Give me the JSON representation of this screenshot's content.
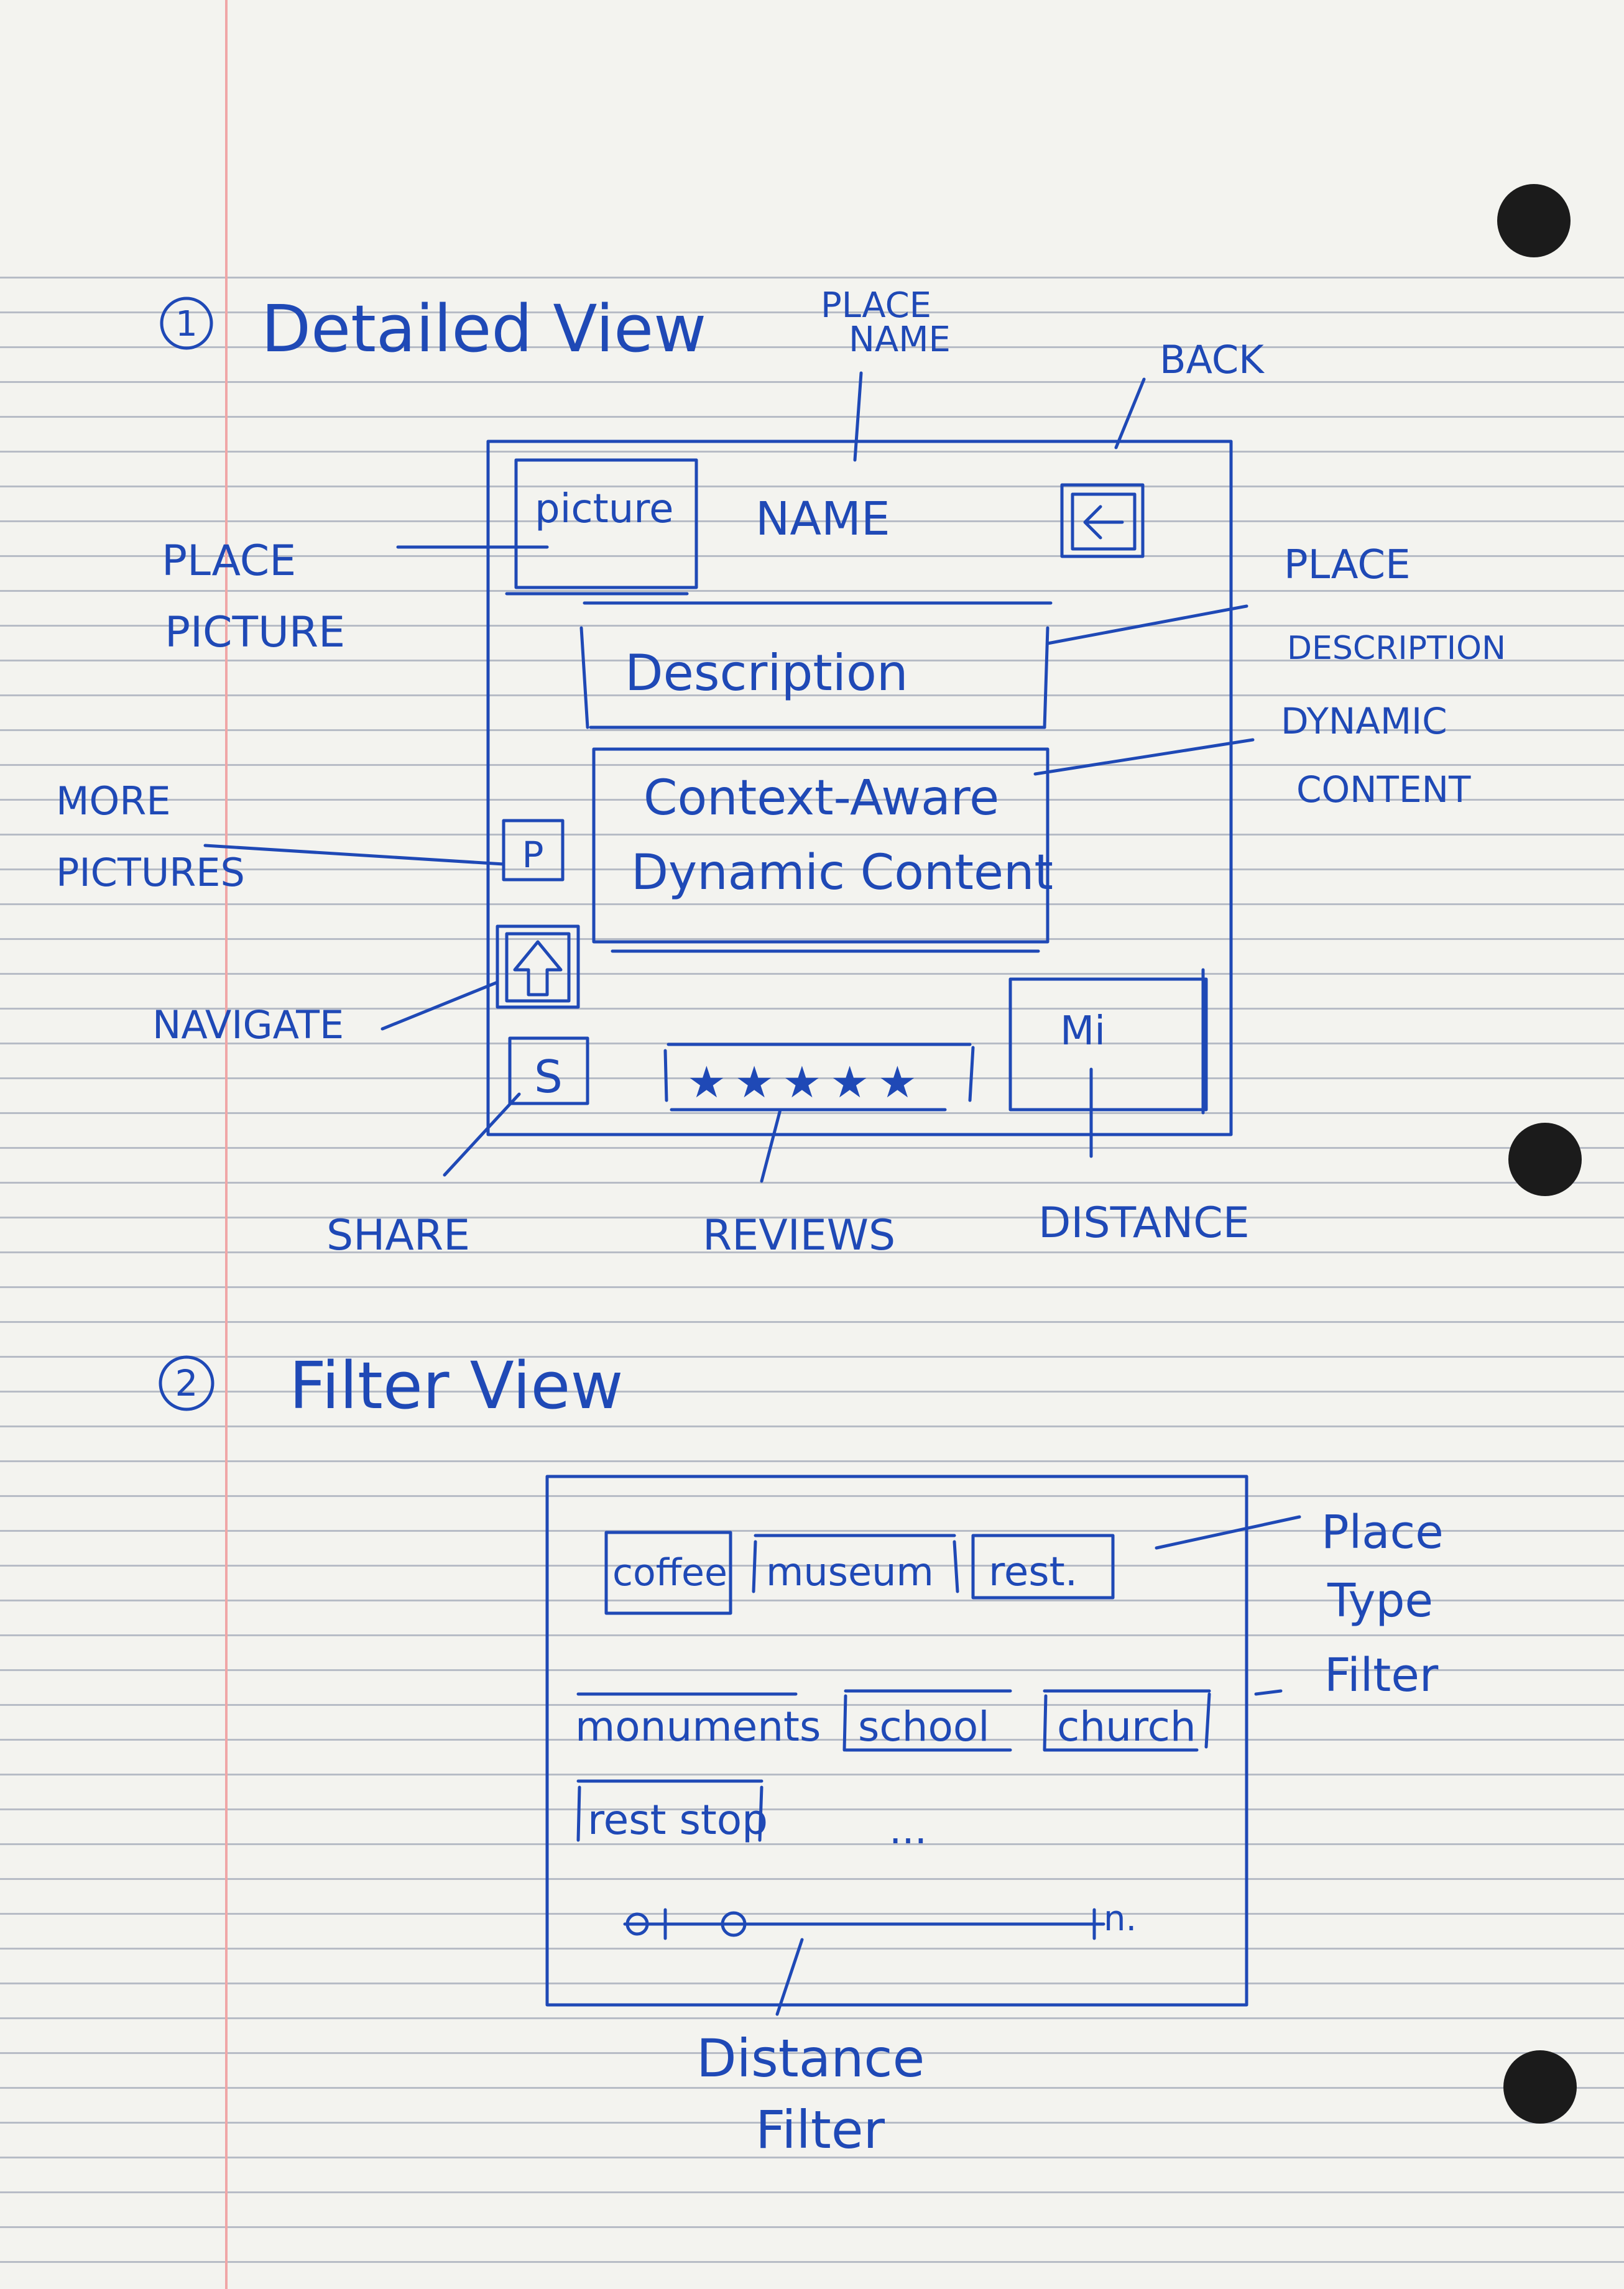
{
  "paper": {
    "ink_color": "#1f49b6",
    "rule_color": "#b7bcc6",
    "margin_color": "#f0a6a6",
    "background": "#f3f3ef"
  },
  "section1": {
    "number": "1",
    "title": "Detailed View",
    "wireframe": {
      "picture": "picture",
      "name": "NAME",
      "back_icon": "left-arrow-icon",
      "description": "Description",
      "dynamic_line1": "Context-Aware",
      "dynamic_line2": "Dynamic Content",
      "more_pictures": "P",
      "navigate_icon": "up-arrow-icon",
      "share": "S",
      "reviews": "★★★★★",
      "distance": "Mi"
    },
    "callouts": {
      "place_name_1": "PLACE",
      "place_name_2": "NAME",
      "back": "BACK",
      "place_picture_1": "PLACE",
      "place_picture_2": "PICTURE",
      "place_description_1": "PLACE",
      "place_description_2": "DESCRIPTION",
      "dynamic_content_1": "DYNAMIC",
      "dynamic_content_2": "CONTENT",
      "more_pictures_1": "MORE",
      "more_pictures_2": "PICTURES",
      "navigate": "NAVIGATE",
      "share": "SHARE",
      "reviews": "REVIEWS",
      "distance": "DISTANCE"
    }
  },
  "section2": {
    "number": "2",
    "title": "Filter View",
    "filters": {
      "coffee": "coffee",
      "museum": "museum",
      "rest": "rest.",
      "monuments": "monuments",
      "school": "school",
      "church": "church",
      "rest_stop": "rest stop",
      "more": "..."
    },
    "slider_end": "n.",
    "callouts": {
      "place_type_1": "Place",
      "place_type_2": "Type",
      "place_type_3": "Filter",
      "distance_1": "Distance",
      "distance_2": "Filter"
    }
  }
}
